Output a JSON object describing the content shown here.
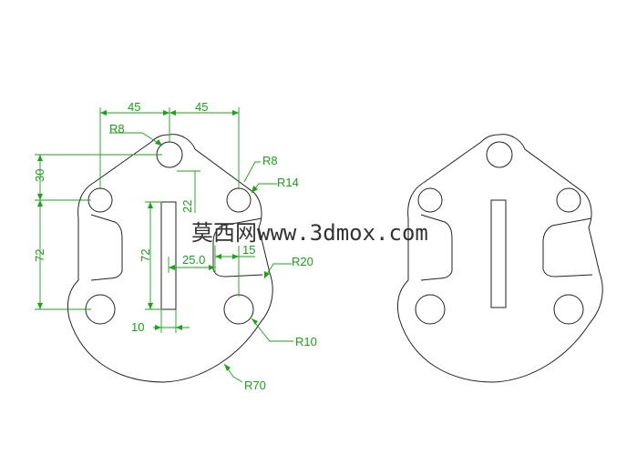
{
  "colors": {
    "geometry": "#222222",
    "dimension": "#19a319",
    "background": "#ffffff"
  },
  "dimensions": {
    "top_left_45": "45",
    "top_right_45": "45",
    "r8_top": "R8",
    "r8_right": "R8",
    "r14": "R14",
    "d30": "30",
    "d22": "22",
    "d72_outer": "72",
    "d72_inner": "72",
    "d25": "25.0",
    "d15": "15",
    "r20": "R20",
    "r10": "R10",
    "d10": "10",
    "r70": "R70"
  },
  "watermark": "莫西网www.3dmox.com"
}
